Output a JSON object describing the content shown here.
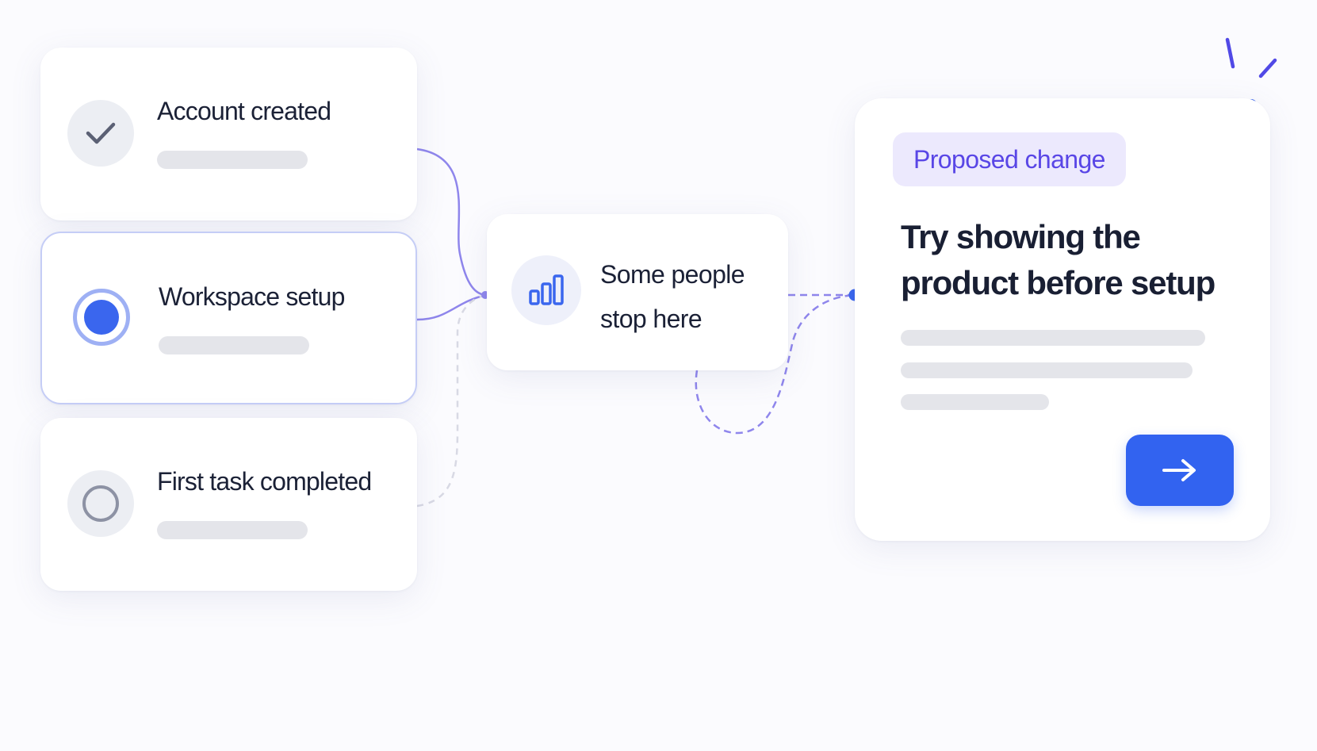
{
  "steps": [
    {
      "label": "Account created",
      "status": "done",
      "status_icon": "check-icon"
    },
    {
      "label": "Workspace setup",
      "status": "active",
      "status_icon": "radio-active-icon"
    },
    {
      "label": "First task completed",
      "status": "pending",
      "status_icon": "radio-empty-icon"
    }
  ],
  "insight": {
    "icon": "bar-chart-icon",
    "line1": "Some people",
    "line2": "stop here"
  },
  "proposal": {
    "badge": "Proposed change",
    "title_line1": "Try showing the",
    "title_line2": "product before setup",
    "button_icon": "arrow-right-icon"
  },
  "colors": {
    "accent_blue": "#3263f0",
    "accent_purple": "#5946e6",
    "connector": "#8f86ec",
    "badge_bg": "#ece9fd",
    "placeholder_bar": "#e4e5ea"
  }
}
